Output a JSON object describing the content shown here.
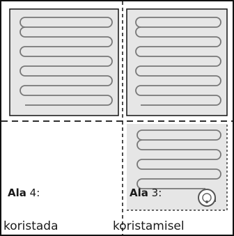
{
  "areas": [
    {
      "name_bold": "Ala",
      "number": "4:",
      "status": "koristada",
      "state": "pending"
    },
    {
      "name_bold": "Ala",
      "number": "3:",
      "status": "koristamisel",
      "state": "in-progress"
    }
  ],
  "icons": {
    "robot": "robot-mower-icon"
  },
  "colors": {
    "cleaned_fill": "#e6e6e6",
    "path_stroke": "#777777",
    "border": "#111111"
  }
}
